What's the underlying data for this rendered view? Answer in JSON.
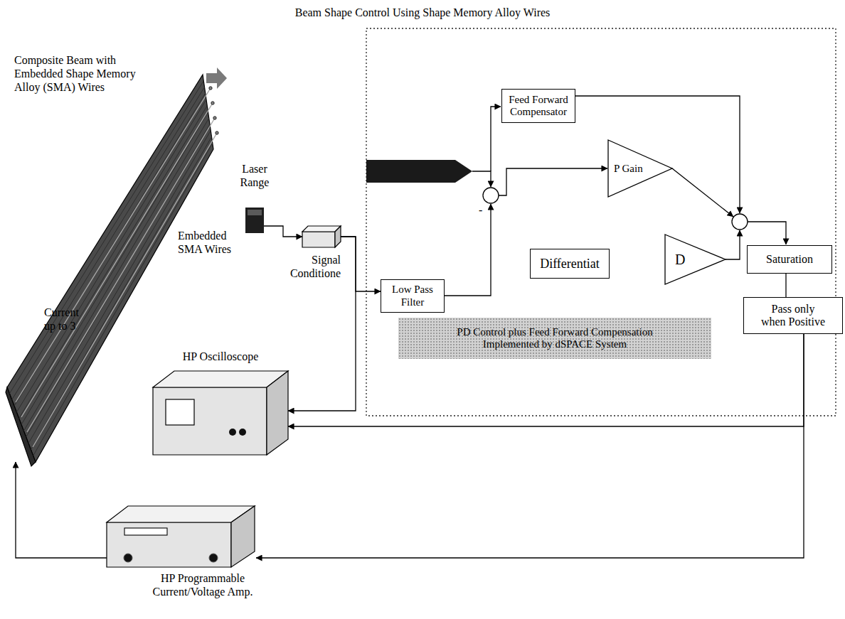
{
  "diagram": {
    "title": "Beam Shape Control Using Shape Memory Alloy Wires",
    "nodes": [
      {
        "text": [
          "Composite Beam with Embedded Shape Memory Alloy (SMA) Wires",
          "Embedded SMA Wires"
        ]
      },
      {
        "text": [
          "Laser Range"
        ]
      },
      {
        "text": [
          "Signal Conditione"
        ]
      },
      {
        "text": [
          "Feed Forward Compensator"
        ]
      },
      {
        "text": [
          "P Gain"
        ]
      },
      {
        "text": [
          "Differentiat"
        ]
      },
      {
        "text": [
          "D"
        ]
      },
      {
        "text": [
          "Low Pass Filter"
        ]
      },
      {
        "text": [
          "Saturation"
        ]
      },
      {
        "text": [
          "Pass only when Positive"
        ]
      },
      {
        "text": [
          "PD Control plus Feed Forward Compensation Implemented by dSPACE System"
        ]
      },
      {
        "text": [
          "HP Oscilloscope"
        ]
      },
      {
        "text": [
          "HP Programmable Current/Voltage Amp."
        ]
      }
    ],
    "edges": [
      {
        "from": 1,
        "to": 2,
        "arrow": "to"
      },
      {
        "from": 2,
        "to": 7,
        "arrow": "to"
      },
      {
        "from": 2,
        "to": 11,
        "arrow": "to"
      },
      {
        "from": 8,
        "to": 9,
        "arrow": "none"
      },
      {
        "from": 9,
        "to": 11,
        "arrow": "to"
      },
      {
        "from": 9,
        "to": 12,
        "arrow": "to"
      },
      {
        "from": 12,
        "to": 0,
        "arrow": "to"
      }
    ],
    "labels": [
      "Current up to 3",
      "-"
    ]
  }
}
